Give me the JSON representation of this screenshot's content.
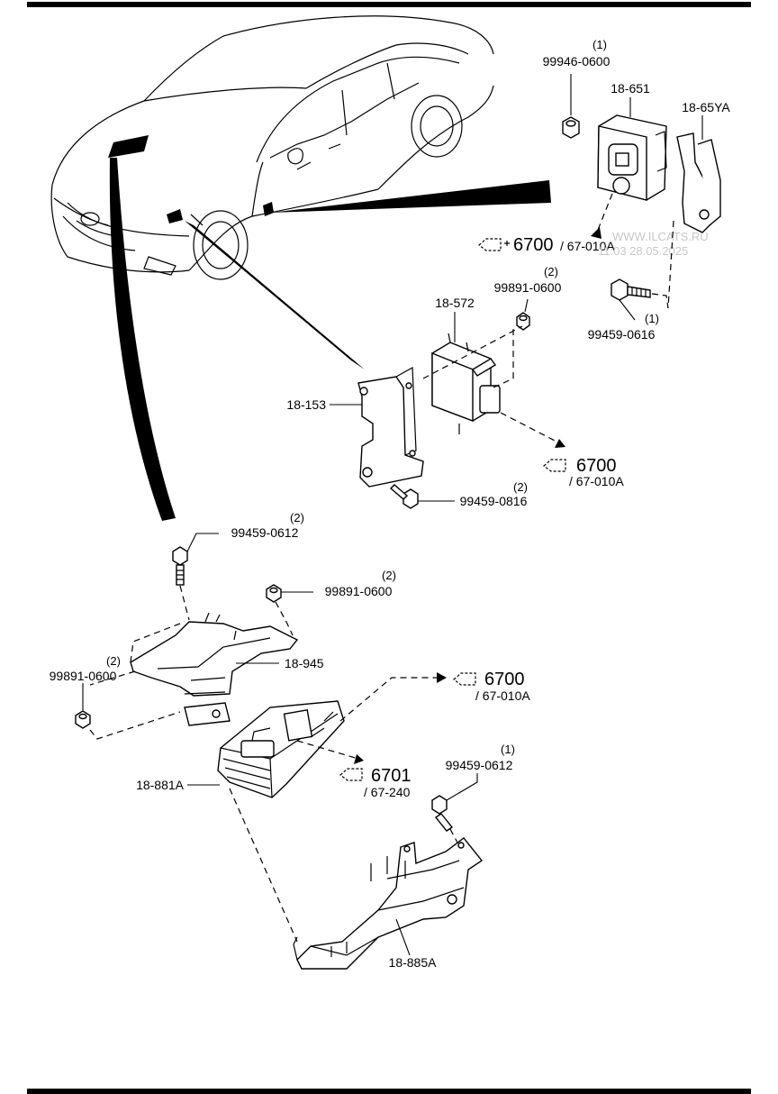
{
  "watermark": {
    "site": "WWW.ILCATS.RU",
    "stamp": "11:03 28.05.2025"
  },
  "callouts": {
    "nut_99946": {
      "part": "99946-0600",
      "qty": "(1)"
    },
    "sensor_18651": {
      "part": "18-651"
    },
    "bracket_1865ya": {
      "part": "18-65YA"
    },
    "ref_top": {
      "group": "6700",
      "sub": "/ 67-010A"
    },
    "nut_99891_top": {
      "part": "99891-0600",
      "qty": "(2)"
    },
    "module_18572": {
      "part": "18-572"
    },
    "bolt_99459_0616": {
      "part": "99459-0616",
      "qty": "(1)"
    },
    "bracket_18153": {
      "part": "18-153"
    },
    "ref_mid": {
      "group": "6700",
      "sub": "/ 67-010A"
    },
    "bolt_99459_0816": {
      "part": "99459-0816",
      "qty": "(2)"
    },
    "bolt_99459_0612_a": {
      "part": "99459-0612",
      "qty": "(2)"
    },
    "nut_99891_b": {
      "part": "99891-0600",
      "qty": "(2)"
    },
    "bracket_18945": {
      "part": "18-945"
    },
    "nut_99891_c": {
      "part": "99891-0600",
      "qty": "(2)"
    },
    "ref_low1": {
      "group": "6700",
      "sub": "/ 67-010A"
    },
    "ecu_18881a": {
      "part": "18-881A"
    },
    "ref_low2": {
      "group": "6701",
      "sub": "/ 67-240"
    },
    "bolt_99459_0612_b": {
      "part": "99459-0612",
      "qty": "(1)"
    },
    "bracket_18885a": {
      "part": "18-885A"
    }
  }
}
